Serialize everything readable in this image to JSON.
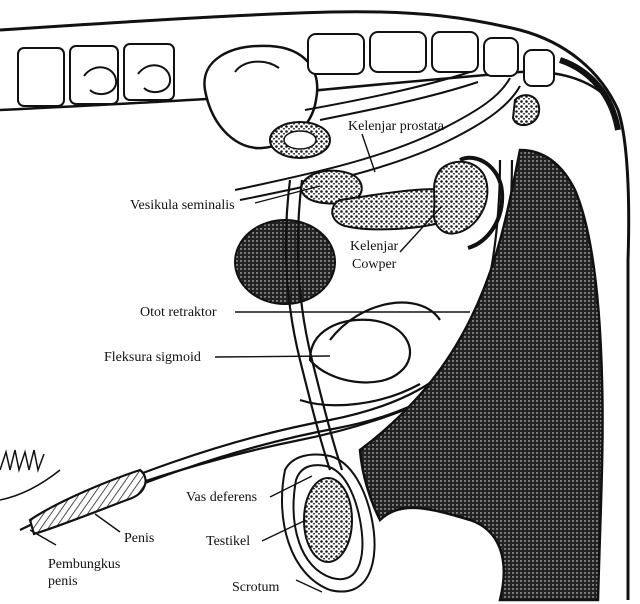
{
  "labels": {
    "kelenjar_prostata": "Kelenjar prostata",
    "vesikula_seminalis": "Vesikula seminalis",
    "kelenjar_cowper_line1": "Kelenjar",
    "kelenjar_cowper_line2": "Cowper",
    "otot_retraktor": "Otot retraktor",
    "fleksura_sigmoid": "Fleksura sigmoid",
    "vas_deferens": "Vas deferens",
    "penis": "Penis",
    "testikel": "Testikel",
    "pembungkus_line1": "Pembungkus",
    "pembungkus_line2": "penis",
    "scrotum": "Scrotum"
  },
  "colors": {
    "ink": "#111111",
    "hatch": "#2a2a2a",
    "paper": "#ffffff"
  }
}
